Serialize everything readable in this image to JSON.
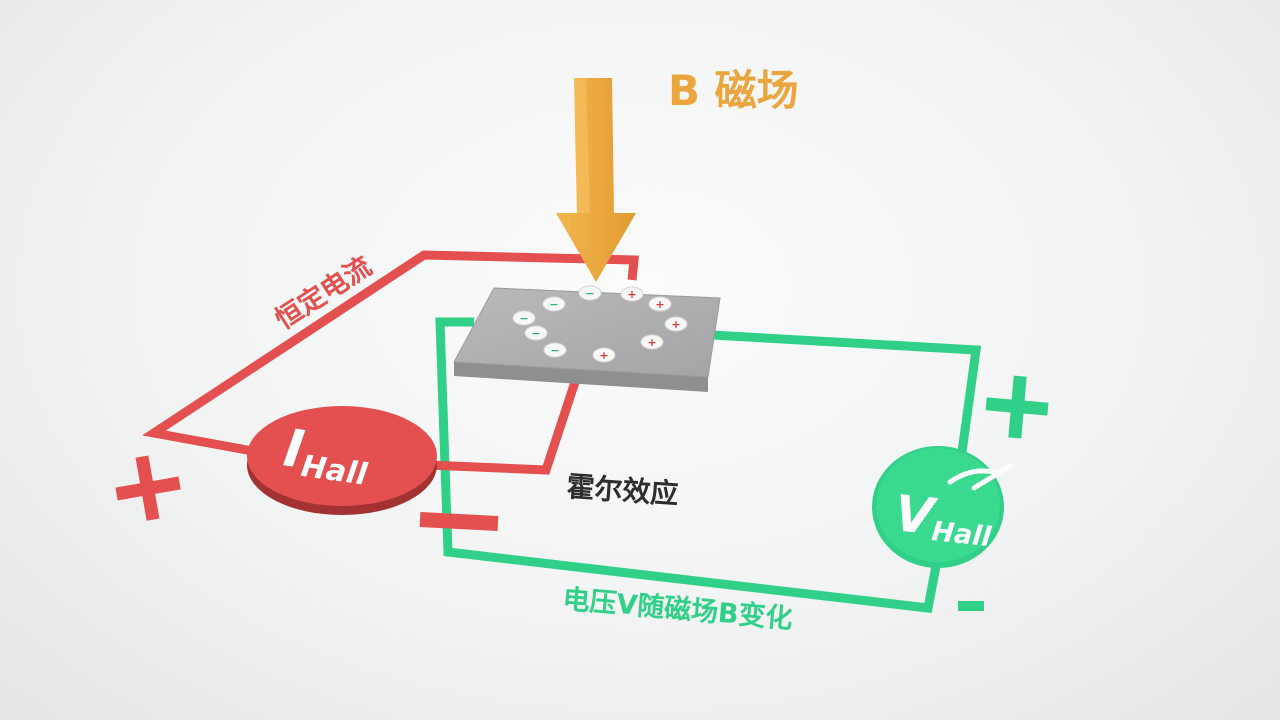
{
  "title": "B 磁场",
  "constant_current_label": "恒定电流",
  "hall_effect_label": "霍尔效应",
  "voltage_note": "电压V随磁场B变化",
  "current_source": {
    "symbol": "I",
    "subscript": "Hall"
  },
  "voltmeter": {
    "symbol": "V",
    "subscript": "Hall"
  },
  "signs": {
    "plus": "+",
    "minus": "−"
  },
  "carriers": {
    "positive": "+",
    "negative": "−"
  },
  "colors": {
    "magnetic_arrow": "#eba53e",
    "current_circuit": "#e3504f",
    "voltage_circuit": "#31d088",
    "plate": "#a9aaab"
  }
}
